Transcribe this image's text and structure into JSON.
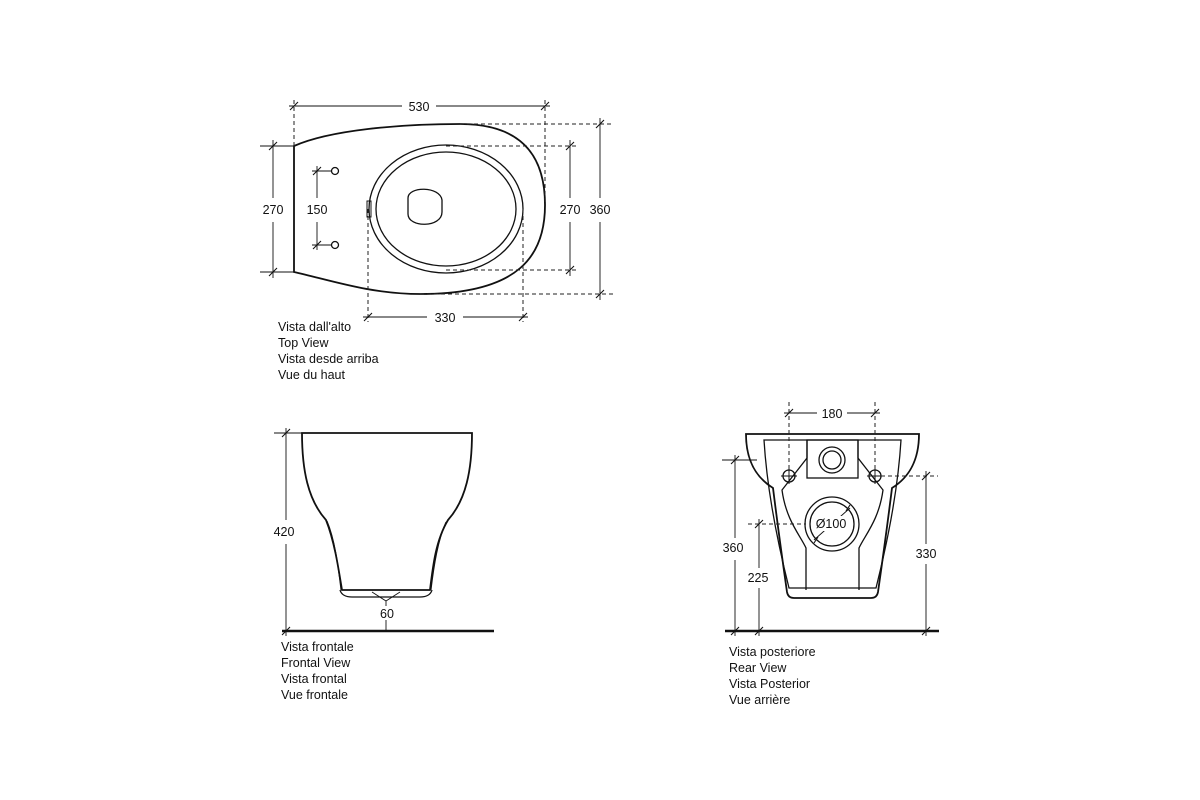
{
  "top_view": {
    "dimensions": {
      "overall_length": "530",
      "left_height": "270",
      "hole_spacing": "150",
      "inner_height": "270",
      "overall_width": "360",
      "bowl_width": "330"
    },
    "caption": [
      "Vista dall'alto",
      "Top View",
      "Vista desde arriba",
      "Vue du haut"
    ]
  },
  "front_view": {
    "dimensions": {
      "height": "420",
      "base": "60"
    },
    "caption": [
      "Vista frontale",
      "Frontal View",
      "Vista frontal",
      "Vue frontale"
    ]
  },
  "rear_view": {
    "dimensions": {
      "hole_spacing": "180",
      "outlet_diameter": "Ø100",
      "overall_height": "360",
      "outlet_height": "225",
      "fixing_height": "330"
    },
    "caption": [
      "Vista posteriore",
      "Rear View",
      "Vista Posterior",
      "Vue arrière"
    ]
  }
}
